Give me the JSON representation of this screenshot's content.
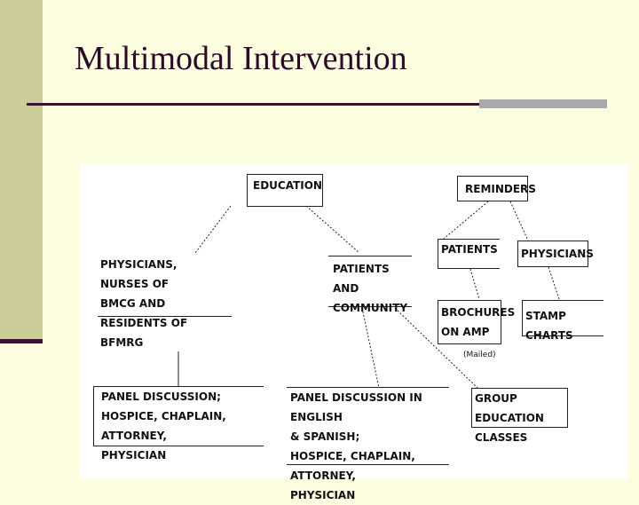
{
  "slide": {
    "title": "Multimodal Intervention"
  },
  "diagram": {
    "nodes": {
      "education": "EDUCATION",
      "reminders": "REMINDERS",
      "physicians_nurses": "PHYSICIANS, NURSES OF\nBMCG AND RESIDENTS OF\nBFMRG",
      "patients_community": "PATIENTS AND\nCOMMUNITY",
      "patients": "PATIENTS",
      "physicians": "PHYSICIANS",
      "brochures": "BROCHURES\nON AMP",
      "stamp_charts": "STAMP CHARTS",
      "panel_discussion": "PANEL DISCUSSION;\nHOSPICE, CHAPLAIN, ATTORNEY,\nPHYSICIAN",
      "panel_discussion_bilingual": "PANEL DISCUSSION IN ENGLISH\n& SPANISH;\nHOSPICE, CHAPLAIN, ATTORNEY,\nPHYSICIAN",
      "group_education": "GROUP EDUCATION\nCLASSES"
    },
    "notes": {
      "mailed": "(Mailed)"
    }
  }
}
